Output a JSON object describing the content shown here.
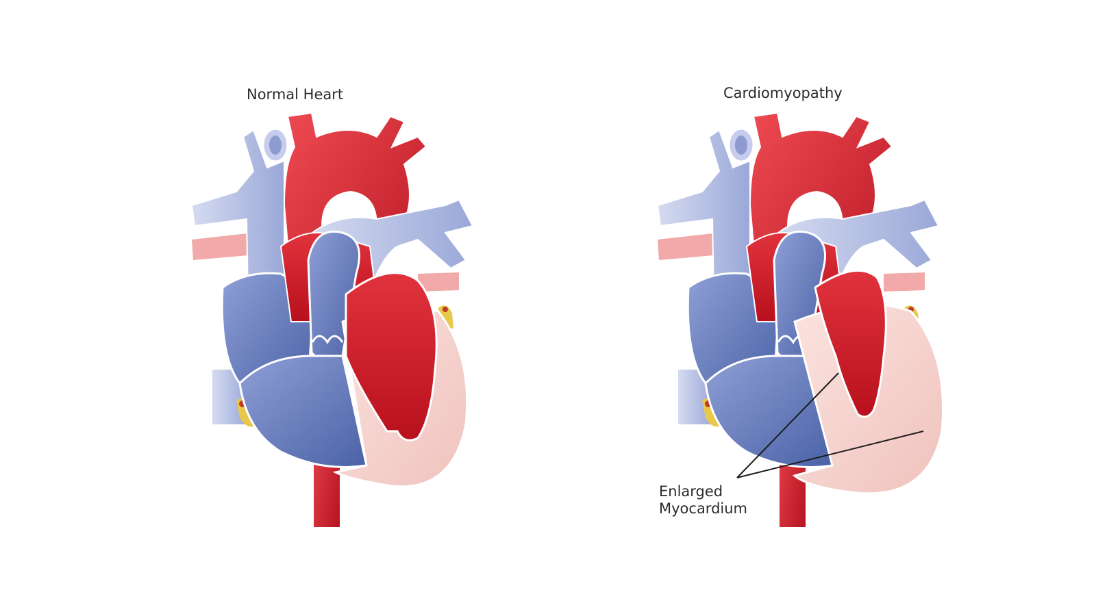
{
  "panels": [
    {
      "title": "Normal Heart"
    },
    {
      "title": "Cardiomyopathy"
    }
  ],
  "annotation": {
    "line1": "Enlarged",
    "line2": "Myocardium"
  },
  "colors": {
    "artery_red": "#d8232f",
    "artery_dark": "#a8121f",
    "vein_blue": "#5f78b8",
    "vein_light": "#b9c2e3",
    "muscle_pink": "#f6d3cf",
    "fat_yellow": "#e8c84a",
    "outline": "#ffffff"
  }
}
